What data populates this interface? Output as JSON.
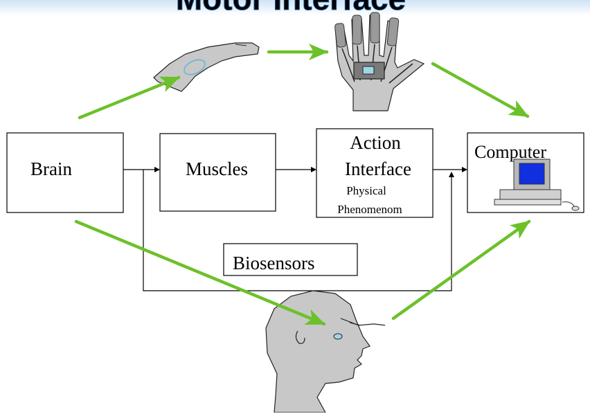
{
  "title": "Motor Interface",
  "boxes": {
    "brain": "Brain",
    "muscles": "Muscles",
    "action_line1": "Action",
    "action_line2": "Interface",
    "action_sub1": "Physical",
    "action_sub2": "Phenomenom",
    "computer": "Computer",
    "biosensors": "Biosensors"
  },
  "icons": [
    "finger-icon",
    "data-glove-hand-icon",
    "head-electrode-icon",
    "desktop-computer-icon"
  ],
  "colors": {
    "title": "#1f6bb0",
    "arrow_green": "#6cc12a",
    "line": "#000000",
    "skin": "#c8c8c8",
    "sensor": "#5bb8d6",
    "screen": "#1030e0"
  }
}
